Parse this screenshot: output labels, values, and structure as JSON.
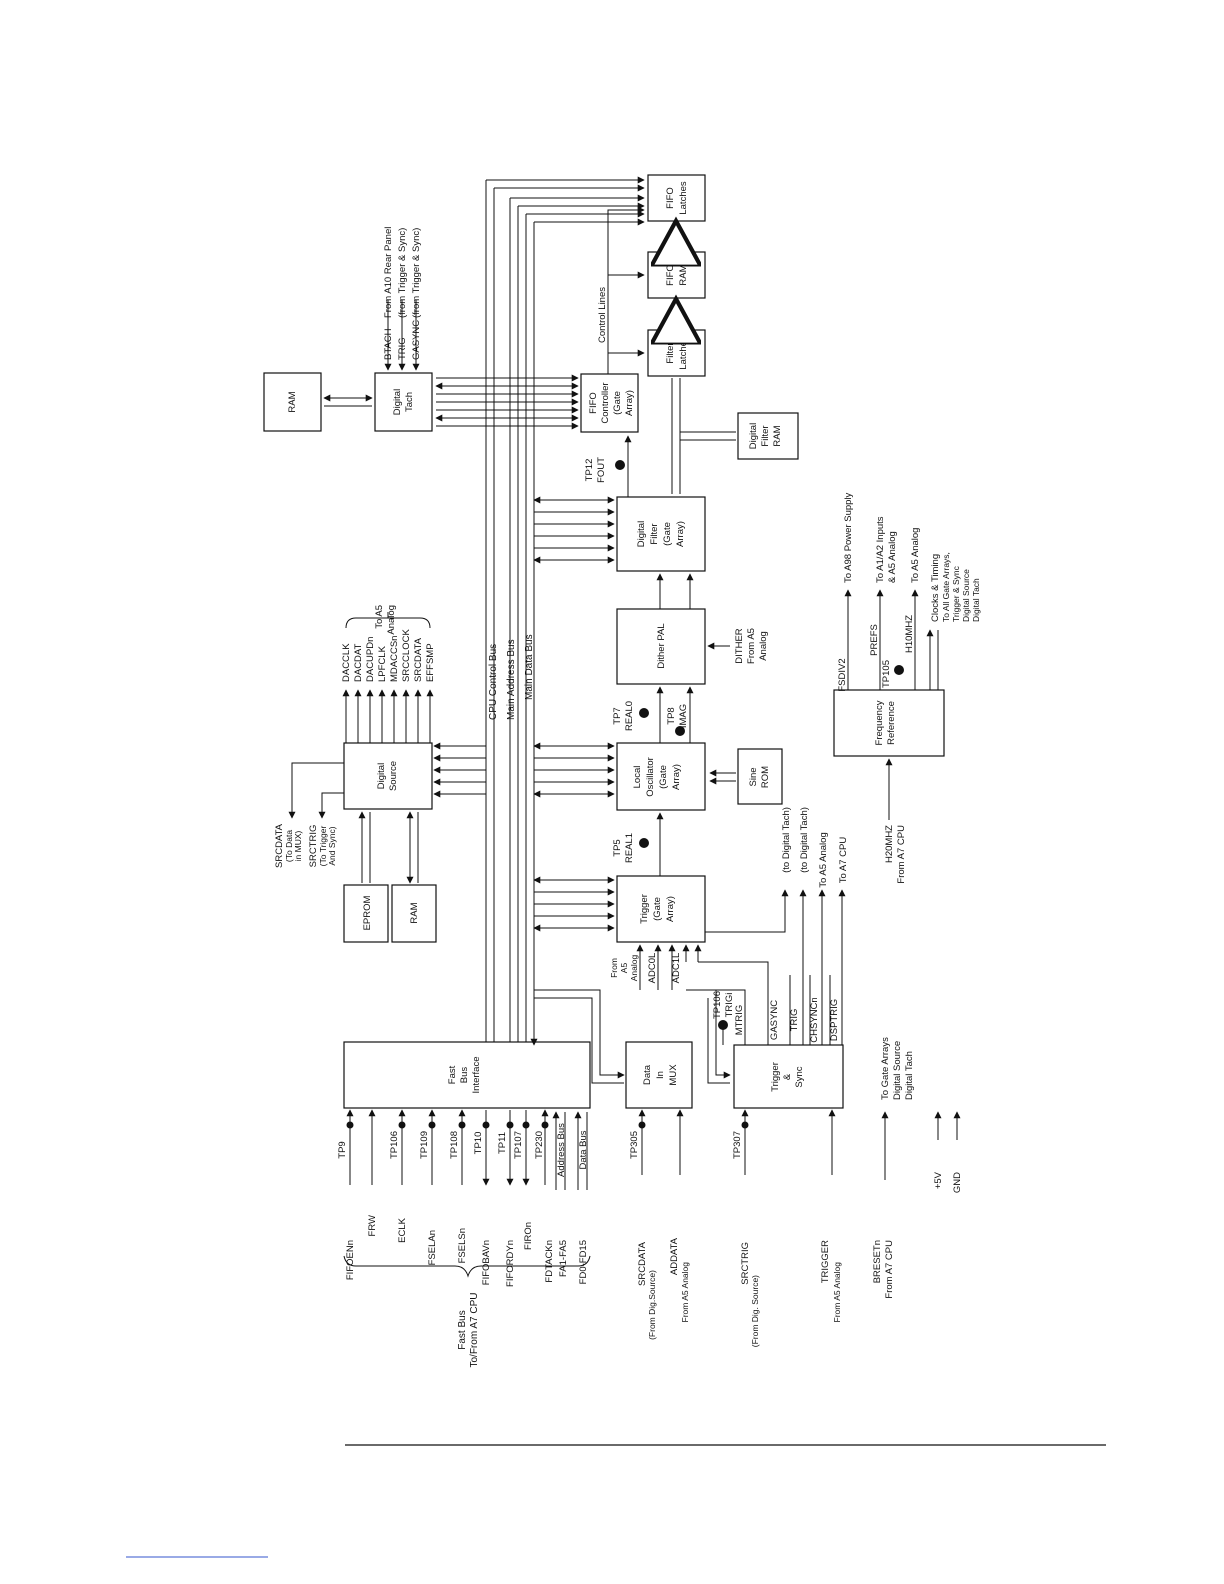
{
  "blocks": {
    "fifo_latches": [
      "FIFO",
      "Latches"
    ],
    "fifo_ram": [
      "FIFO",
      "RAM"
    ],
    "filter_latches": [
      "Filter",
      "Latches"
    ],
    "fifo_controller": [
      "FIFO",
      "Controller",
      "(Gate",
      "Array)"
    ],
    "digital_filter_ram": [
      "Digital",
      "Filter",
      "RAM"
    ],
    "digital_filter": [
      "Digital",
      "Filter",
      "(Gate",
      "Array)"
    ],
    "dither_pal": [
      "Dither PAL"
    ],
    "local_oscillator": [
      "Local",
      "Oscillator",
      "(Gate",
      "Array)"
    ],
    "sine_rom": [
      "Sine",
      "ROM"
    ],
    "trigger": [
      "Trigger",
      "(Gate",
      "Array)"
    ],
    "digital_tach": [
      "Digital",
      "Tach"
    ],
    "ram_top": [
      "RAM"
    ],
    "digital_source": [
      "Digital",
      "Source"
    ],
    "eprom": [
      "EPROM"
    ],
    "ram_bottom": [
      "RAM"
    ],
    "fast_bus_interface": [
      "Fast",
      "Bus",
      "Interface"
    ],
    "data_in_mux": [
      "Data",
      "In",
      "MUX"
    ],
    "trigger_sync": [
      "Trigger",
      "&",
      "Sync"
    ],
    "frequency_reference": [
      "Frequency",
      "Reference"
    ]
  },
  "buses": {
    "cpu_control": "CPU Control Bus",
    "main_address": "Main Address Bus",
    "main_data": "Main Data Bus",
    "control_lines": "Control Lines"
  },
  "digital_tach_inputs": [
    {
      "signal": "BTACH",
      "note": "From A10 Rear Panel"
    },
    {
      "signal": "TRIG",
      "note": "(from Trigger & Sync)"
    },
    {
      "signal": "GASYNC",
      "note": "(from Trigger & Sync)"
    }
  ],
  "digital_source_outputs": [
    "DACCLK",
    "DACDAT",
    "DACUPDn",
    "LPFCLK",
    "MDACCSn",
    "SRCCLOCK",
    "SRCDATA",
    "EFFSMP"
  ],
  "digital_source_dest": [
    "To A5",
    "Analog"
  ],
  "src_data_label": [
    "SRCDATA",
    "(To Data",
    "in MUX)"
  ],
  "src_trig_label": [
    "SRCTRIG",
    "(To Trigger",
    "And Sync)"
  ],
  "test_points": {
    "tp12": [
      "TP12",
      "FOUT"
    ],
    "tp7": [
      "TP7",
      "REAL0"
    ],
    "tp8": [
      "TP8",
      "IMAG"
    ],
    "tp5": [
      "TP5",
      "REAL1"
    ],
    "tp106_trig": [
      "TP106",
      "TRIGi"
    ],
    "tp105": "TP105"
  },
  "dither": [
    "DITHER",
    "From A5",
    "Analog"
  ],
  "trigger_inputs": {
    "from_a5": [
      "From",
      "A5",
      "Analog"
    ],
    "adc0l": "ADC0L",
    "adc1l": "ADC1L"
  },
  "trigger_outputs": [
    "(to Digital Tach)",
    "(to Digital Tach)",
    "To A5 Analog",
    "To A7 CPU"
  ],
  "trigger_sync_signals": [
    "MTRIG",
    "GASYNC",
    "TRIG",
    "CHSYNCn",
    "DSPTRIG"
  ],
  "freq_ref_outputs": [
    {
      "signal": "FSDIV2",
      "dest": "To A98 Power Supply"
    },
    {
      "signal": "PREFS",
      "dest": "To A1/A2 Inputs",
      "dest2": "& A5 Analog"
    },
    {
      "signal": "H10MHZ",
      "dest": "To A5 Analog"
    },
    {
      "signal": "",
      "dest": "Clocks & Timing",
      "dest2": "To All Gate Arrays,",
      "dest3": "Trigger & Sync",
      "dest4": "Digital Source",
      "dest5": "Digital Tach"
    }
  ],
  "freq_ref_input": [
    "H20MHZ",
    "From A7 CPU"
  ],
  "fast_bus_signals": [
    {
      "name": "FIFOENn",
      "tp": "TP9"
    },
    {
      "name": "FRW",
      "tp": ""
    },
    {
      "name": "ECLK",
      "tp": "TP106"
    },
    {
      "name": "FSELAn",
      "tp": "TP109"
    },
    {
      "name": "FSELSn",
      "tp": "TP108"
    },
    {
      "name": "FIFOBAVn",
      "tp": "TP10"
    },
    {
      "name": "FIFORDYn",
      "tp": "TP11"
    },
    {
      "name": "FIROn",
      "tp": "TP107"
    },
    {
      "name": "FDTACKn",
      "tp": "TP230"
    },
    {
      "name": "FA1-FA5",
      "tp": ""
    },
    {
      "name": "FD0-FD15",
      "tp": ""
    }
  ],
  "address_bus_label": "Address Bus",
  "data_bus_label": "Data Bus",
  "fast_bus_caption": [
    "Fast Bus",
    "To/From A7 CPU"
  ],
  "mux_inputs": [
    {
      "tp": "TP305",
      "signal": "SRCDATA",
      "note": "(From Dig.Source)"
    },
    {
      "tp": "",
      "signal": "ADDATA",
      "note": "From A5 Analog"
    }
  ],
  "sync_inputs": [
    {
      "tp": "TP307",
      "signal": "SRCTRIG",
      "note": "(From Dig. Source)"
    },
    {
      "tp": "",
      "signal": "TRIGGER",
      "note": "From A5 Analog"
    }
  ],
  "misc": {
    "breset": [
      "BRESETn",
      "From A7 CPU"
    ],
    "breset_dest": [
      "To Gate Arrays",
      "Digital Source",
      "Digital Tach"
    ],
    "plus5v": "+5V",
    "gnd": "GND"
  }
}
